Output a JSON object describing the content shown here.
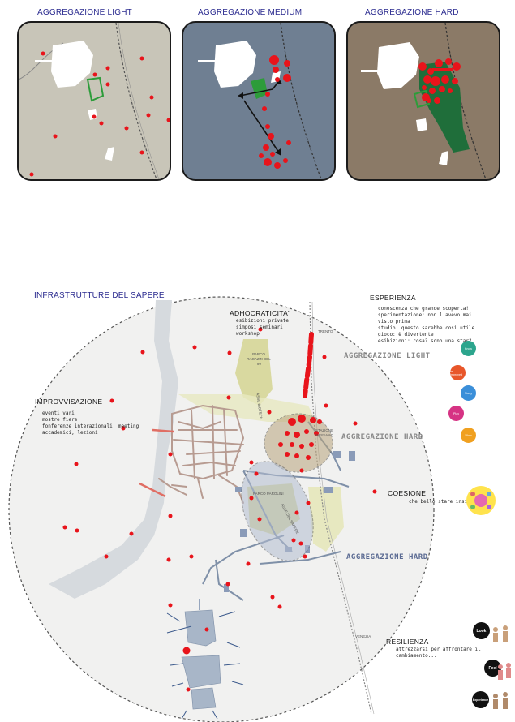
{
  "panels": {
    "light": {
      "title": "AGGREGAZIONE LIGHT",
      "bg": "#c8c5b8"
    },
    "medium": {
      "title": "AGGREGAZIONE MEDIUM",
      "bg": "#6f7f92"
    },
    "hard": {
      "title": "AGGREGAZIONE HARD",
      "bg": "#8b7a67"
    }
  },
  "main": {
    "title": "INFRASTRUTTURE DEL SAPERE",
    "adhocraticita": {
      "heading": "ADHOCRATICITA'",
      "text": "esibizioni private\nsimposi seminari\nworkshop"
    },
    "improvvisazione": {
      "heading": "IMPROVVISAZIONE",
      "text": "eventi vari\nmostre fiere\nfonferenze interazionali, meeting\naccademici, lezioni"
    },
    "esperienza": {
      "heading": "ESPERIENZA",
      "text": "conoscenza che grande scoperta!\nsperimentazione: non l'avevo mai\nvisto prima\nstudio: questo sarebbe cosi utile\ngioco: è divertente\nesibizioni: cosa? sono una star?"
    },
    "coesione": {
      "heading": "COESIONE",
      "text": "che bello stare insieme"
    },
    "resilienza": {
      "heading": "RESILIENZA",
      "text": "attrezzarsi per affrontare il\ncambiamento..."
    },
    "labels": {
      "agg_light": "AGGREGAZIONE LIGHT",
      "agg_hard_1": "AGGREGAZIONE HARD",
      "agg_hard_2": "AGGREGAZIONE HARD",
      "trento": "TRENTO",
      "venezia": "VENEZIA",
      "parco_ragazzi": "PARCO RAGAZZI DEL '99",
      "asse_biotech": "ASSE BIOTECH",
      "stazione": "STAZIONE BASSANO",
      "parco_parolini": "PARCO PAROLINI",
      "asse_sapere": "ASSE DEL SAPERE"
    },
    "bubbles": [
      {
        "label": "Know",
        "color": "#2ca58d"
      },
      {
        "label": "be Improved",
        "color": "#e8562a"
      },
      {
        "label": "Study",
        "color": "#3b8fd9"
      },
      {
        "label": "Play",
        "color": "#d63384"
      },
      {
        "label": "Wow",
        "color": "#f0a020"
      }
    ],
    "speech": [
      {
        "label": "Look"
      },
      {
        "label": "Feel"
      },
      {
        "label": "Experience"
      }
    ]
  },
  "colors": {
    "red": "#e8141b",
    "green": "#1f6e3a",
    "brick": "#b79b91",
    "river": "#d6dade"
  }
}
